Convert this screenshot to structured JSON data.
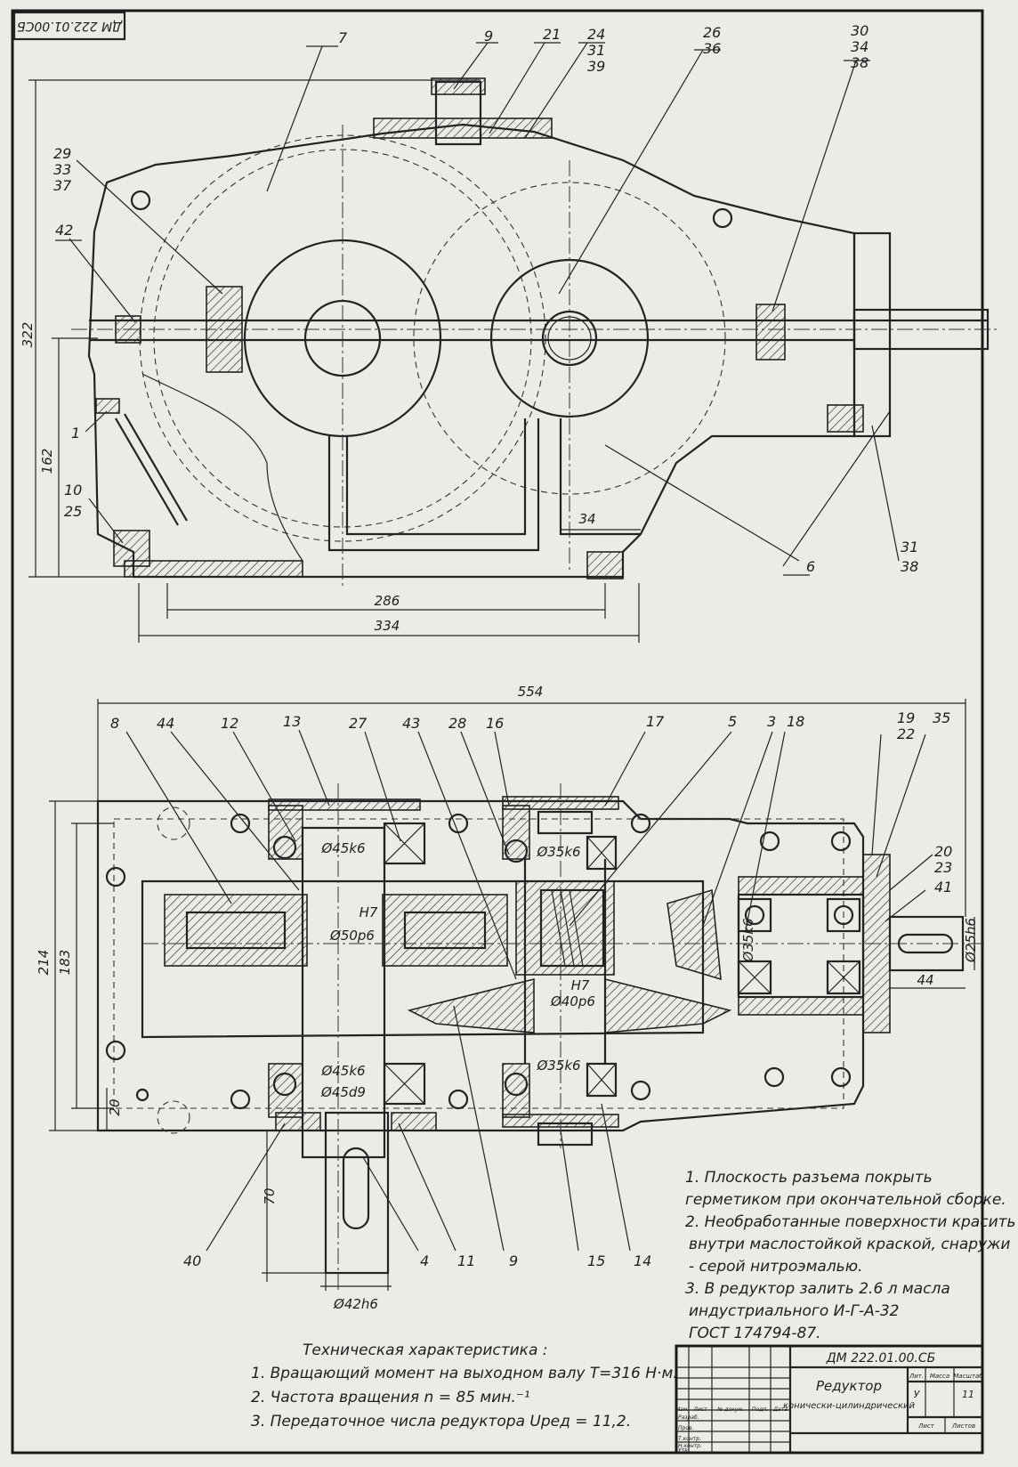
{
  "stamp_code": "ДМ 222.01.00СБ",
  "position_labels": [
    {
      "text": "7"
    },
    {
      "text": "9"
    },
    {
      "text": "21"
    },
    {
      "text": "24"
    },
    {
      "text": "31"
    },
    {
      "text": "39"
    },
    {
      "text": "26"
    },
    {
      "text": "36"
    },
    {
      "text": "30"
    },
    {
      "text": "34"
    },
    {
      "text": "38"
    },
    {
      "text": "29"
    },
    {
      "text": "33"
    },
    {
      "text": "37"
    },
    {
      "text": "42"
    },
    {
      "text": "1"
    },
    {
      "text": "10"
    },
    {
      "text": "25"
    },
    {
      "text": "6"
    },
    {
      "text": "31"
    },
    {
      "text": "38"
    },
    {
      "text": "8"
    },
    {
      "text": "44"
    },
    {
      "text": "12"
    },
    {
      "text": "13"
    },
    {
      "text": "27"
    },
    {
      "text": "43"
    },
    {
      "text": "28"
    },
    {
      "text": "16"
    },
    {
      "text": "17"
    },
    {
      "text": "5"
    },
    {
      "text": "3"
    },
    {
      "text": "18"
    },
    {
      "text": "19"
    },
    {
      "text": "22"
    },
    {
      "text": "35"
    },
    {
      "text": "20"
    },
    {
      "text": "23"
    },
    {
      "text": "41"
    },
    {
      "text": "40"
    },
    {
      "text": "4"
    },
    {
      "text": "11"
    },
    {
      "text": "9"
    },
    {
      "text": "15"
    },
    {
      "text": "14"
    }
  ],
  "dimensions": [
    {
      "text": "322"
    },
    {
      "text": "162"
    },
    {
      "text": "34"
    },
    {
      "text": "286"
    },
    {
      "text": "334"
    },
    {
      "text": "554"
    },
    {
      "text": "214"
    },
    {
      "text": "183"
    },
    {
      "text": "20"
    },
    {
      "text": "70"
    },
    {
      "text": "44"
    },
    {
      "text": "Ø25h6"
    },
    {
      "text": "Ø42h6"
    },
    {
      "text": "Ø45k6"
    },
    {
      "text": "Ø35k6"
    },
    {
      "text": "H7"
    },
    {
      "text": "Ø50p6"
    },
    {
      "text": "H7"
    },
    {
      "text": "Ø40p6"
    },
    {
      "text": "Ø35k6"
    },
    {
      "text": "Ø35k6"
    },
    {
      "text": "Ø45k6"
    },
    {
      "text": "Ø45d9"
    }
  ],
  "notes": [
    "1. Плоскость разъема покрыть",
    "герметиком при окончательной сборке.",
    "2. Необработанные поверхности красить",
    "внутри маслостойкой краской, снаружи",
    "- серой нитроэмалью.",
    "3. В редуктор залить 2.6 л масла",
    "индустриального   И-Г-А-32",
    "ГОСТ 174794-87."
  ],
  "tech_title": "Техническая характеристика :",
  "tech_lines": [
    "1. Вращающий момент на выходном валу T=316 Н·м.",
    "2. Частота вращения  n = 85 мин.⁻¹",
    "3. Передаточное числа редуктора  Uред = 11,2."
  ],
  "title_block": {
    "doc_code": "ДМ 222.01.00.СБ",
    "name_line1": "Редуктор",
    "name_line2": "конически-цилиндрический",
    "stage": "У",
    "sheets": "11",
    "header_cells": [
      "Изм.",
      "Лист",
      "№ докум.",
      "Подп.",
      "Дата"
    ],
    "row_labels": [
      "Разраб.",
      "Пров.",
      "Т.контр.",
      "Н.контр.",
      "Утв."
    ],
    "col_labels": [
      "Лит.",
      "Масса",
      "Масштаб"
    ],
    "sheet_labels": [
      "Лист",
      "Листов"
    ]
  }
}
